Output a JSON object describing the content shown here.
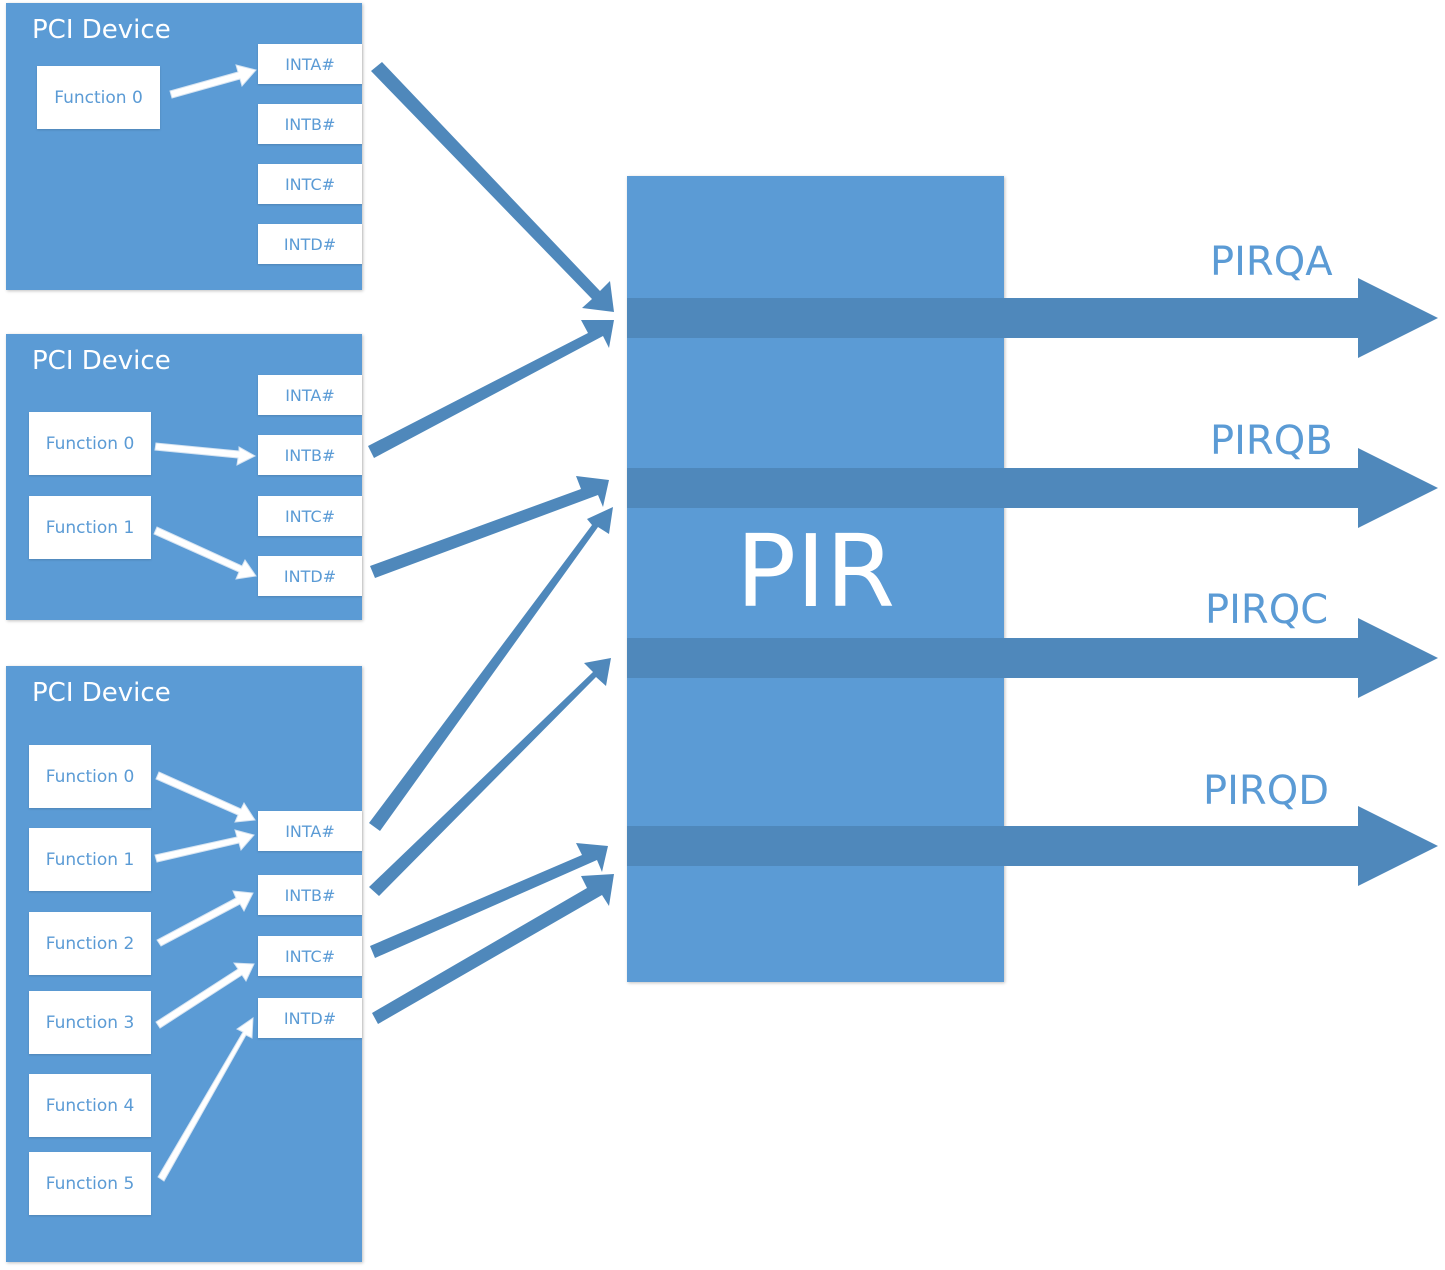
{
  "devices": [
    {
      "title": "PCI Device",
      "functions": [
        "Function 0"
      ],
      "pins": [
        "INTA#",
        "INTB#",
        "INTC#",
        "INTD#"
      ]
    },
    {
      "title": "PCI Device",
      "functions": [
        "Function 0",
        "Function 1"
      ],
      "pins": [
        "INTA#",
        "INTB#",
        "INTC#",
        "INTD#"
      ]
    },
    {
      "title": "PCI Device",
      "functions": [
        "Function 0",
        "Function 1",
        "Function 2",
        "Function 3",
        "Function 4",
        "Function 5"
      ],
      "pins": [
        "INTA#",
        "INTB#",
        "INTC#",
        "INTD#"
      ]
    }
  ],
  "router": {
    "label": "PIR",
    "outputs": [
      "PIRQA",
      "PIRQB",
      "PIRQC",
      "PIRQD"
    ]
  },
  "colors": {
    "box": "#5b9bd5",
    "arrow": "#4f88bb",
    "text_on_white": "#5b9bd5"
  }
}
